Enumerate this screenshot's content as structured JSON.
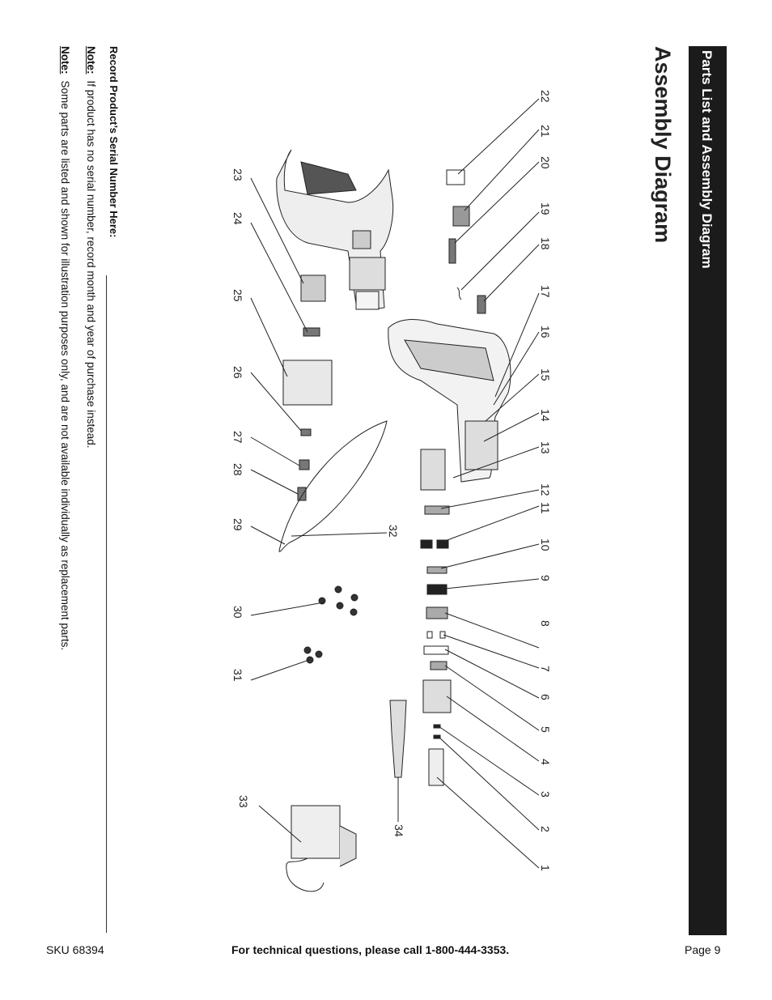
{
  "header": {
    "section_title": "Parts List and Assembly Diagram",
    "page_heading": "Assembly Diagram"
  },
  "diagram": {
    "part_numbers": [
      "1",
      "2",
      "3",
      "4",
      "5",
      "6",
      "7",
      "8",
      "9",
      "10",
      "11",
      "12",
      "13",
      "14",
      "15",
      "16",
      "17",
      "18",
      "19",
      "20",
      "21",
      "22",
      "23",
      "24",
      "25",
      "26",
      "27",
      "28",
      "29",
      "30",
      "31",
      "32",
      "33",
      "34"
    ]
  },
  "record": {
    "serial_label": "Record Product’s Serial Number Here:"
  },
  "notes": [
    {
      "label": "Note:",
      "text": "If product has no serial number, record month and year of purchase instead."
    },
    {
      "label": "Note:",
      "text": "Some parts are listed and shown for illustration purposes only, and are not available individually as replacement parts."
    }
  ],
  "footer": {
    "sku": "SKU 68394",
    "technical": "For technical questions, please call 1-800-444-3353.",
    "page": "Page 9"
  }
}
